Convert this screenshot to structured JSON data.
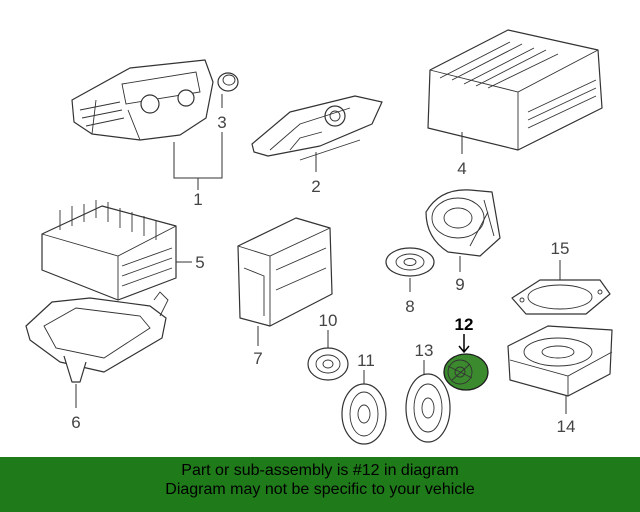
{
  "callouts": {
    "c1": "1",
    "c2": "2",
    "c3": "3",
    "c4": "4",
    "c5": "5",
    "c6": "6",
    "c7": "7",
    "c8": "8",
    "c9": "9",
    "c10": "10",
    "c11": "11",
    "c12": "12",
    "c13": "13",
    "c14": "14",
    "c15": "15"
  },
  "highlighted_part": "12",
  "colors": {
    "banner": "#1f7a1a",
    "highlight": "#3c8a2e"
  },
  "banner": {
    "line1": "Part or sub-assembly is #12 in diagram",
    "line2": "Diagram may not be specific to your vehicle"
  }
}
